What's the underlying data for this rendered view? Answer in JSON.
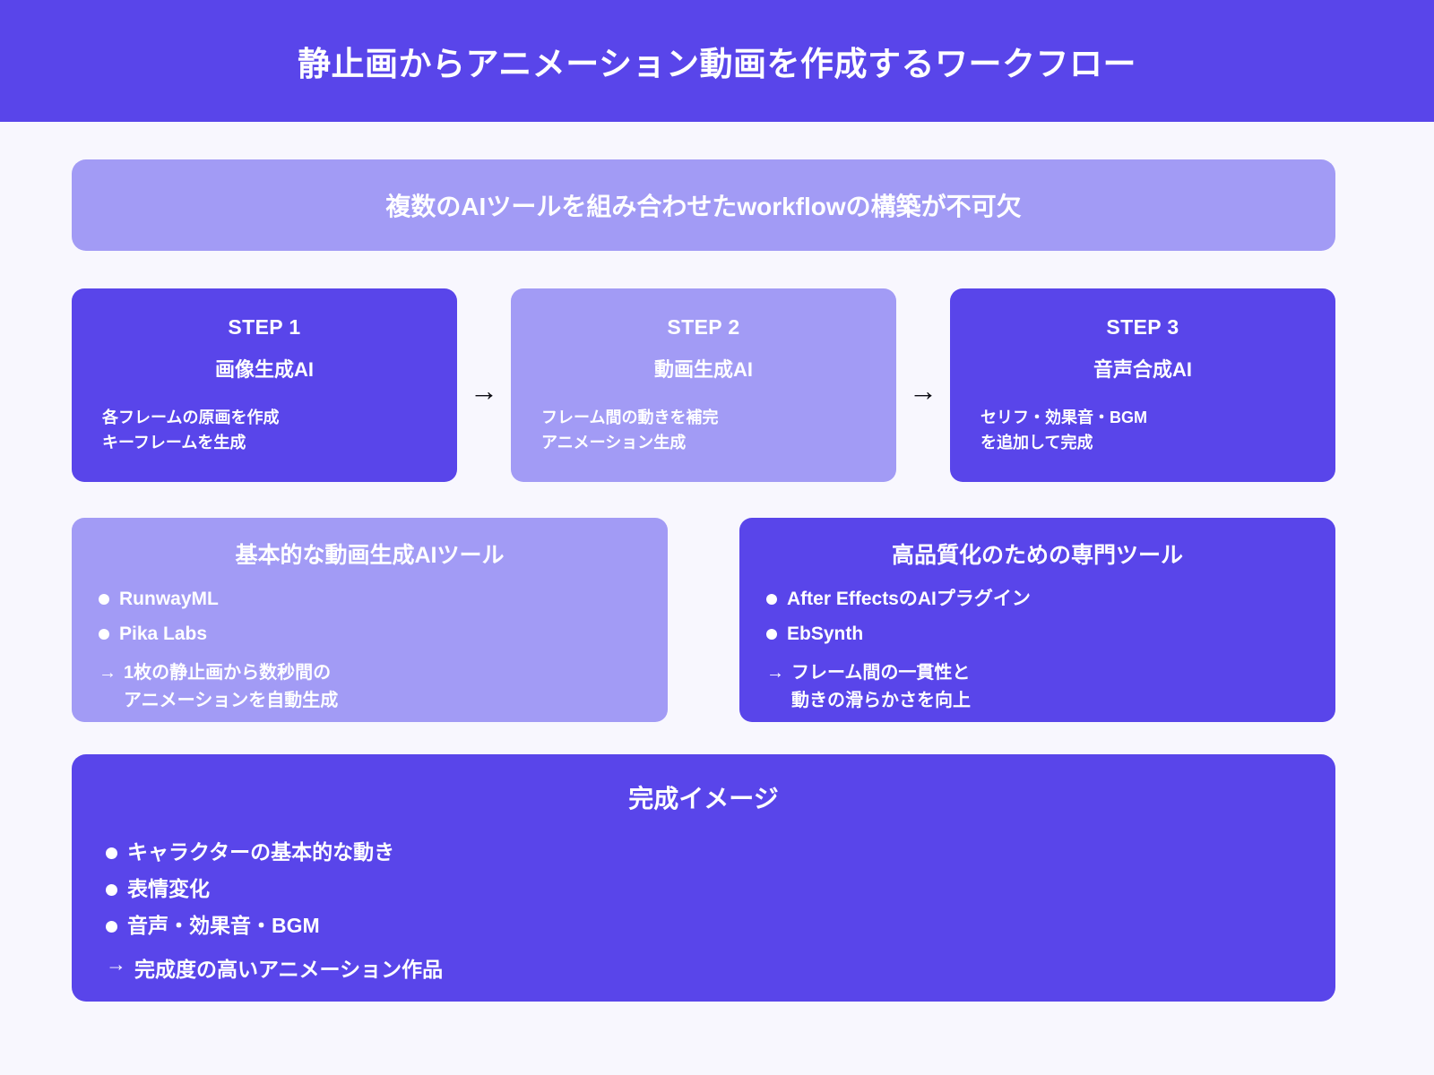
{
  "header": {
    "title": "静止画からアニメーション動画を作成するワークフロー"
  },
  "subtitle": {
    "text": "複数のAIツールを組み合わせたworkflowの構築が不可欠"
  },
  "steps": {
    "arrow_glyph": "→",
    "items": [
      {
        "label": "STEP 1",
        "name": "画像生成AI",
        "detail_line1": "各フレームの原画を作成",
        "detail_line2": "キーフレームを生成"
      },
      {
        "label": "STEP 2",
        "name": "動画生成AI",
        "detail_line1": "フレーム間の動きを補完",
        "detail_line2": "アニメーション生成"
      },
      {
        "label": "STEP 3",
        "name": "音声合成AI",
        "detail_line1": "セリフ・効果音・BGM",
        "detail_line2": "を追加して完成"
      }
    ]
  },
  "tool_panels": [
    {
      "title": "基本的な動画生成AIツール",
      "bullets": [
        "RunwayML",
        "Pika Labs"
      ],
      "note_arrow": "→",
      "note_line1": "1枚の静止画から数秒間の",
      "note_line2": "アニメーションを自動生成"
    },
    {
      "title": "高品質化のための専門ツール",
      "bullets": [
        "After EffectsのAIプラグイン",
        "EbSynth"
      ],
      "note_arrow": "→",
      "note_line1": "フレーム間の一貫性と",
      "note_line2": "動きの滑らかさを向上"
    }
  ],
  "result": {
    "title": "完成イメージ",
    "bullets": [
      "キャラクターの基本的な動き",
      "表情変化",
      "音声・効果音・BGM"
    ],
    "note_arrow": "→",
    "note_text": "完成度の高いアニメーション作品"
  },
  "colors": {
    "brand_dark": "#5945EA",
    "brand_light": "#A29BF5",
    "page_background": "#F8F7FE",
    "text_on_brand": "#FFFFFF",
    "arrow_color": "#0B0B12"
  }
}
